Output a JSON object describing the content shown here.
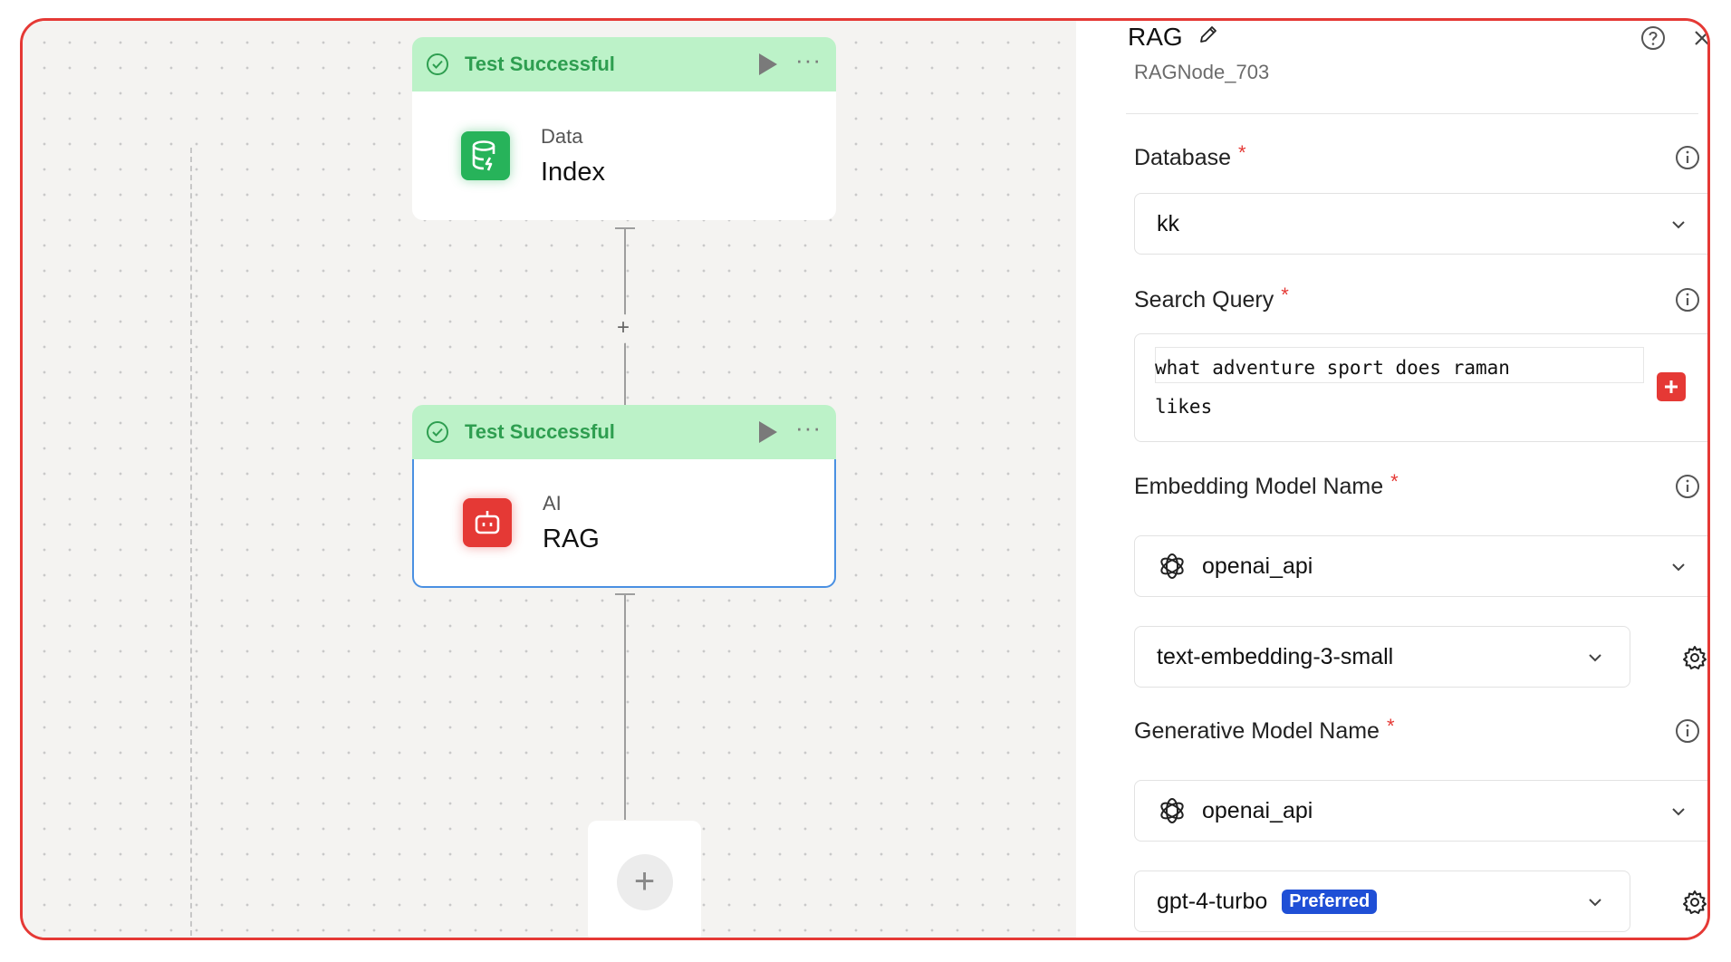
{
  "canvas": {
    "nodes": [
      {
        "status": "Test Successful",
        "category": "Data",
        "name": "Index",
        "icon": "database-icon",
        "color": "#27b35a"
      },
      {
        "status": "Test Successful",
        "category": "AI",
        "name": "RAG",
        "icon": "robot-icon",
        "color": "#e53935"
      }
    ],
    "connector_add_label": "+",
    "add_node_label": "+"
  },
  "panel": {
    "title": "RAG",
    "node_id": "RAGNode_703",
    "required_marker": "*",
    "database": {
      "label": "Database",
      "value": "kk"
    },
    "search_query": {
      "label": "Search Query",
      "line1": "what adventure sport does raman",
      "line2": "likes"
    },
    "embedding": {
      "label": "Embedding Model Name",
      "provider": "openai_api",
      "model": "text-embedding-3-small"
    },
    "generative": {
      "label": "Generative Model Name",
      "provider": "openai_api",
      "model": "gpt-4-turbo",
      "badge": "Preferred"
    }
  },
  "colors": {
    "accent_red": "#e53935",
    "success_green": "#2e9e50",
    "success_bg": "#bcf2c8",
    "badge_blue": "#1f4fd6"
  }
}
